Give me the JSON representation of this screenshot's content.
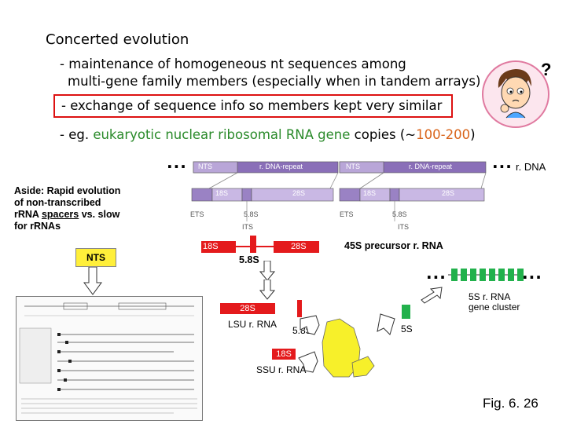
{
  "title": "Concerted evolution",
  "bullets": {
    "b1_line1": "- maintenance of homogeneous nt sequences among",
    "b1_line2": "multi-gene family members (especially when in tandem arrays)",
    "b2": "- exchange of sequence info so members kept very similar",
    "b3_prefix": "- eg.",
    "b3_green": "eukaryotic nuclear ribosomal RNA gene",
    "b3_mid": "copies (~",
    "b3_orange": "100-200",
    "b3_suffix": ")"
  },
  "aside": {
    "line1": "Aside: Rapid evolution",
    "line2": "of non-transcribed",
    "line3_pre": "rRNA ",
    "line3_u": "spacers",
    "line3_post": " vs. slow",
    "line4": "for rRNAs"
  },
  "nts_box": "NTS",
  "cartoon_question": "?",
  "diagram": {
    "ellipsis": "...",
    "rdna_label": "r. DNA",
    "unit1_nts": "NTS",
    "unit1_repeat": "r. DNA-repeat",
    "unit2_nts": "NTS",
    "unit2_repeat": "r. DNA-repeat",
    "ets1": "ETS",
    "s18_1": "18S",
    "s58_1": "5.8S",
    "s28_1": "28S",
    "its1": "ITS",
    "ets2": "ETS",
    "s18_2": "18S",
    "s58_2": "5.8S",
    "s28_2": "28S",
    "its2": "ITS",
    "precursor_18s": "18S",
    "precursor_28s": "28S",
    "precursor_label": "45S precursor r. RNA",
    "s58_label": "5.8S",
    "cluster_label_line1": "5S r. RNA",
    "cluster_label_line2": "gene cluster",
    "lsu_28s": "28S",
    "lsu_label": "LSU r. RNA",
    "small_58s": "5.8S",
    "s5_label": "5S",
    "ssu_18s": "18S",
    "ssu_label": "SSU r. RNA"
  },
  "fig_label": "Fig. 6. 26",
  "colors": {
    "red": "#e41a1c",
    "green": "#22b14c",
    "purple": "#7b5ea7",
    "yellow": "#ffef3a",
    "accent_green_text": "#2a8a2a",
    "accent_orange_text": "#d9641a"
  }
}
